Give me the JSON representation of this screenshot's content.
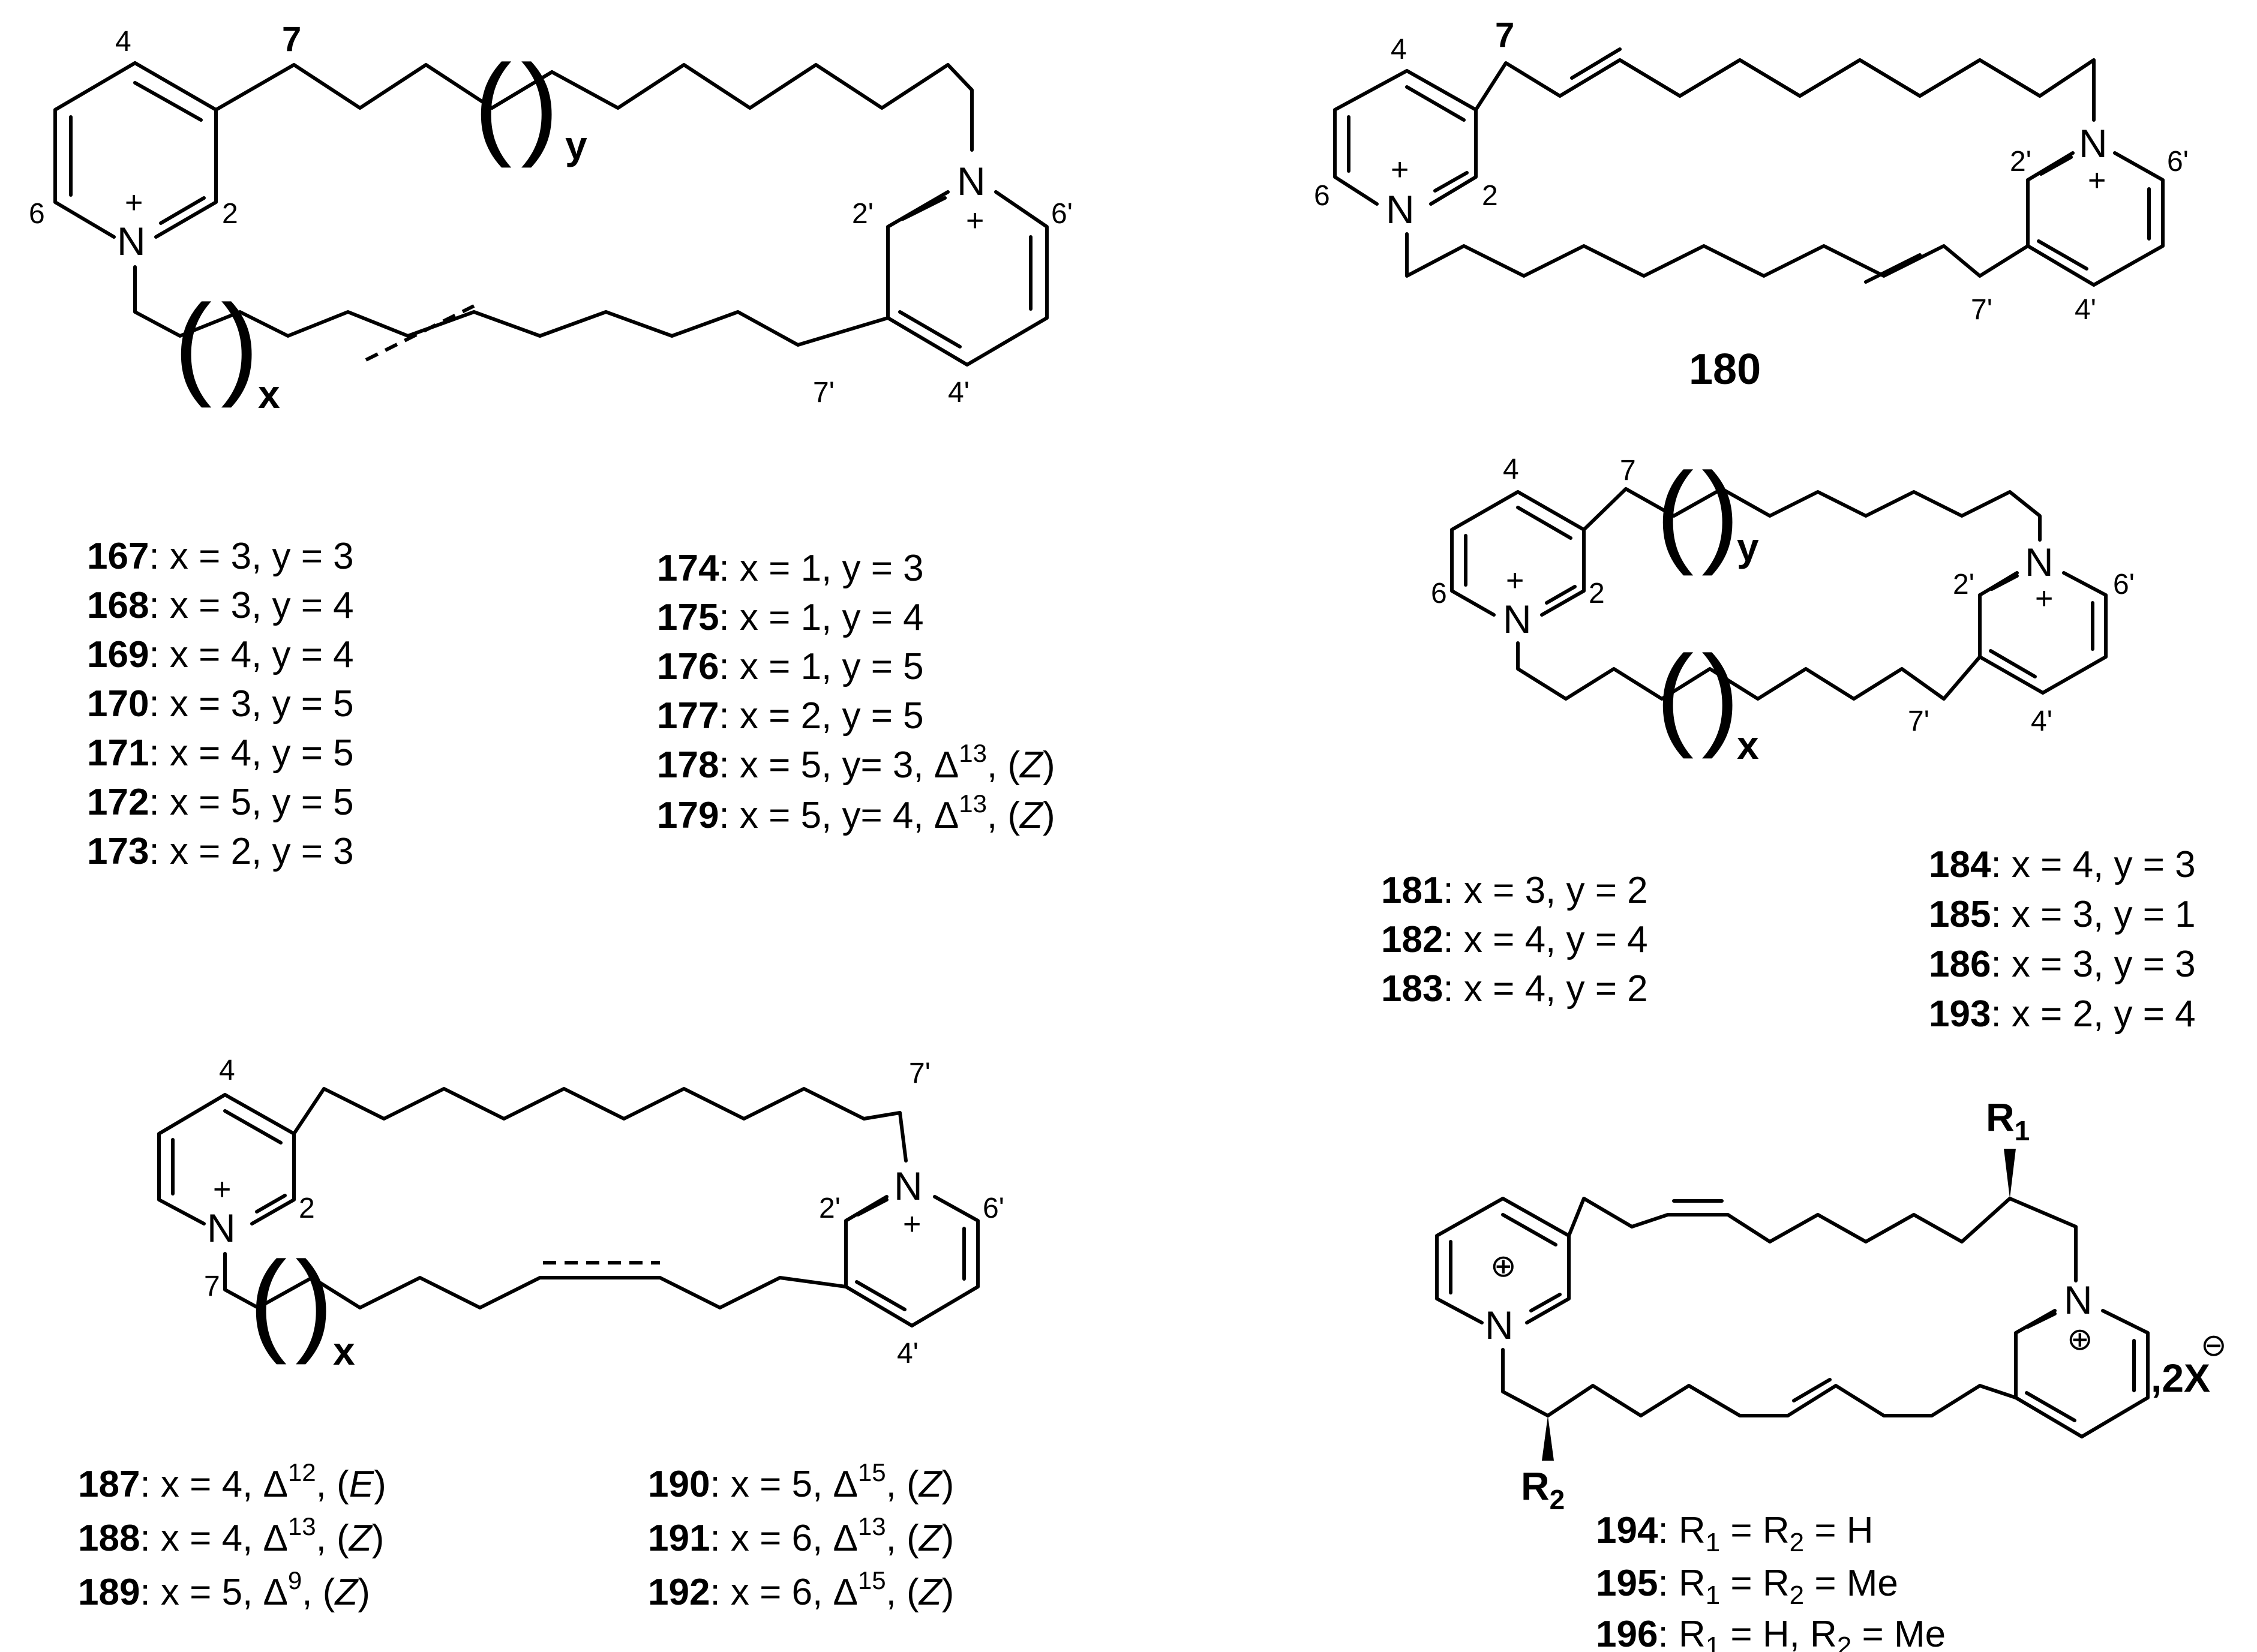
{
  "structures": {
    "s1": {
      "ring_atoms": [
        "N",
        "N"
      ],
      "charges": [
        "+",
        "+"
      ],
      "positions_left": [
        "4",
        "6",
        "2"
      ],
      "positions_right": [
        "2'",
        "6'",
        "4'"
      ],
      "chain_locant_top": "7",
      "chain_locant_bottom": "7'",
      "var_y": "y",
      "var_x": "x",
      "entries_left": [
        {
          "id": "167",
          "text": ": x = 3, y = 3"
        },
        {
          "id": "168",
          "text": ": x = 3, y = 4"
        },
        {
          "id": "169",
          "text": ": x = 4, y = 4"
        },
        {
          "id": "170",
          "text": ": x = 3, y = 5"
        },
        {
          "id": "171",
          "text": ": x = 4, y = 5"
        },
        {
          "id": "172",
          "text": ": x = 5, y = 5"
        },
        {
          "id": "173",
          "text": ": x = 2, y = 3"
        }
      ],
      "entries_right": [
        {
          "id": "174",
          "text": ": x = 1, y = 3"
        },
        {
          "id": "175",
          "text": ": x = 1, y = 4"
        },
        {
          "id": "176",
          "text": ": x = 1, y = 5"
        },
        {
          "id": "177",
          "text": ": x = 2, y = 5"
        },
        {
          "id": "178",
          "text": ": x = 5, y= 3, Δ",
          "sup": "13",
          "tail": ", (",
          "ital": "Z",
          "end": ")"
        },
        {
          "id": "179",
          "text": ": x = 5, y= 4, Δ",
          "sup": "13",
          "tail": ", (",
          "ital": "Z",
          "end": ")"
        }
      ]
    },
    "s180": {
      "label": "180",
      "ring_atoms": [
        "N",
        "N"
      ],
      "charges": [
        "+",
        "+"
      ],
      "positions_left": [
        "4",
        "6",
        "2"
      ],
      "positions_right": [
        "2'",
        "6'",
        "4'"
      ],
      "chain_locant_top": "7",
      "chain_locant_bottom": "7'"
    },
    "s181": {
      "ring_atoms": [
        "N",
        "N"
      ],
      "charges": [
        "+",
        "+"
      ],
      "positions_left": [
        "4",
        "6",
        "2"
      ],
      "positions_right": [
        "2'",
        "6'",
        "4'"
      ],
      "chain_locant_top": "7",
      "chain_locant_bottom": "7'",
      "var_y": "y",
      "var_x": "x",
      "entries_left": [
        {
          "id": "181",
          "text": ": x = 3, y = 2"
        },
        {
          "id": "182",
          "text": ": x = 4, y = 4"
        },
        {
          "id": "183",
          "text": ": x = 4, y = 2"
        }
      ],
      "entries_right": [
        {
          "id": "184",
          "text": ": x = 4, y = 3"
        },
        {
          "id": "185",
          "text": ": x = 3, y = 1"
        },
        {
          "id": "186",
          "text": ": x = 3, y = 3"
        },
        {
          "id": "193",
          "text": ": x = 2, y = 4"
        }
      ]
    },
    "s187": {
      "ring_atoms": [
        "N",
        "N"
      ],
      "charges": [
        "+",
        "+"
      ],
      "positions_left": [
        "4",
        "2"
      ],
      "positions_right": [
        "2'",
        "6'",
        "4'"
      ],
      "chain_locant_top": "7'",
      "chain_locant_bottom": "7",
      "var_x": "x",
      "entries_left": [
        {
          "id": "187",
          "text": ":  x = 4, Δ",
          "sup": "12",
          "tail": ", (",
          "ital": "E",
          "end": ")"
        },
        {
          "id": "188",
          "text": ":  x = 4, Δ",
          "sup": "13",
          "tail": ", (",
          "ital": "Z",
          "end": ")"
        },
        {
          "id": "189",
          "text": ":  x = 5, Δ",
          "sup": "9",
          "tail": ", (",
          "ital": "Z",
          "end": ")"
        }
      ],
      "entries_right": [
        {
          "id": "190",
          "text": ": x = 5, Δ",
          "sup": "15",
          "tail": ", (",
          "ital": "Z",
          "end": ")"
        },
        {
          "id": "191",
          "text": ": x = 6, Δ",
          "sup": "13",
          "tail": ", (",
          "ital": "Z",
          "end": ")"
        },
        {
          "id": "192",
          "text": ": x = 6, Δ",
          "sup": "15",
          "tail": ", (",
          "ital": "Z",
          "end": ")"
        }
      ]
    },
    "s194": {
      "ring_atoms": [
        "N",
        "N"
      ],
      "charges": [
        "⊕",
        "⊕"
      ],
      "r1": "R",
      "r1_sub": "1",
      "r2": "R",
      "r2_sub": "2",
      "counterion": ",2X",
      "counter_charge": "⊖",
      "entries": [
        {
          "id": "194",
          "parts": [
            ": R",
            "1",
            " = R",
            "2",
            " = H"
          ]
        },
        {
          "id": "195",
          "parts": [
            ": R",
            "1",
            " = R",
            "2",
            " = Me"
          ]
        },
        {
          "id": "196",
          "parts": [
            ": R",
            "1",
            " = H, R",
            "2",
            " = Me"
          ]
        }
      ]
    }
  }
}
